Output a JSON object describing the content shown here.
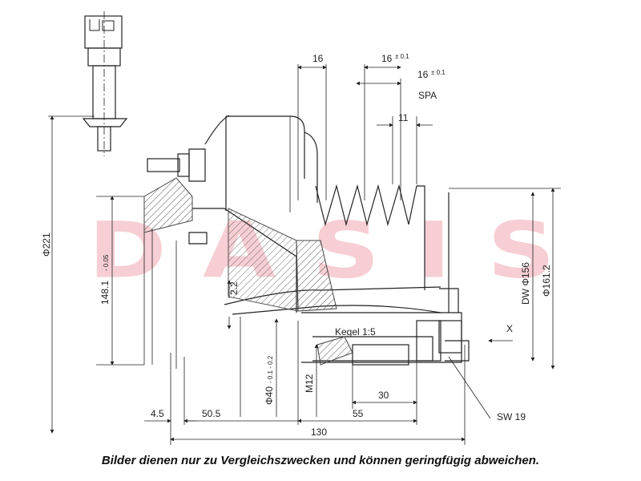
{
  "watermark": {
    "letters": [
      "D",
      "A",
      "S",
      "I",
      "S"
    ],
    "color": "#d9253c"
  },
  "caption": "Bilder dienen nur zu Vergleichszwecken und können geringfügig abweichen.",
  "dimensions": {
    "top_16": "16",
    "top_16a": "16",
    "top_16a_tol": "± 0.1",
    "top_16b": "16",
    "top_16b_tol": "± 0.1",
    "spa": "SPA",
    "d11": "11",
    "d22": "2.2",
    "kegel": "Kegel 1:5",
    "x": "X",
    "d221": "Φ221",
    "d148": "148.1",
    "d148_tol": "- 0.05",
    "dw156": "DW Φ156",
    "d161": "Φ161.2",
    "d40": "Φ40",
    "d40_tol": "- 0.1 - 0.2",
    "m12": "M12",
    "d30": "30",
    "d45": "4.5",
    "d505": "50.5",
    "d55": "55",
    "d130": "130",
    "sw19": "SW 19"
  }
}
